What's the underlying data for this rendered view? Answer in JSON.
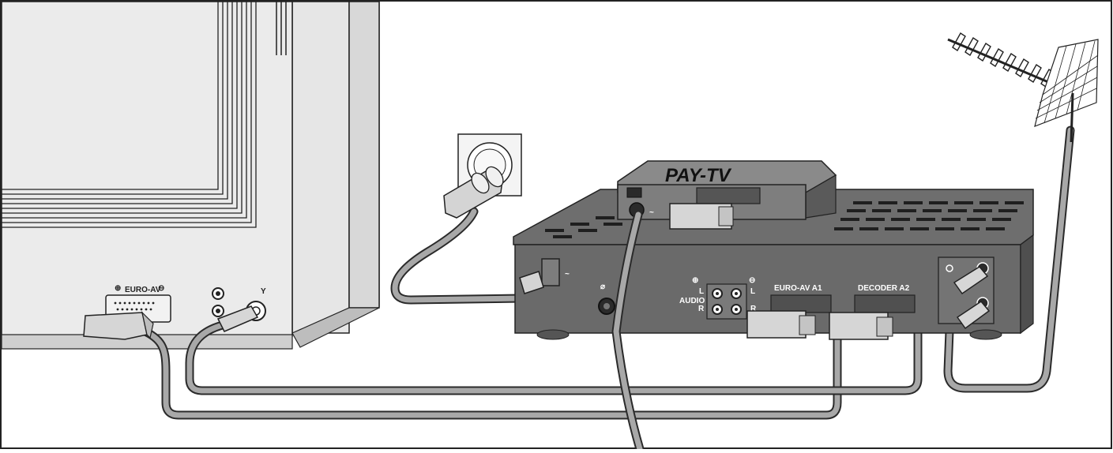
{
  "colors": {
    "frame": "#222222",
    "tv_body": "#e8e8e8",
    "vcr_body": "#6f6f6f",
    "vcr_dark": "#4f4f4f",
    "cable": "#9a9a9a",
    "cable_outline": "#2a2a2a",
    "plug": "#d6d6d6"
  },
  "labels": {
    "paytv": "PAY-TV",
    "tv_euroav": "EURO-AV",
    "tv_antenna_symbol": "Y",
    "audio": "AUDIO",
    "audio_left": "L",
    "audio_right": "R",
    "vcr_euroav": "EURO-AV  A1",
    "vcr_decoder": "DECODER  A2",
    "mains_symbol": "~"
  },
  "icons": {
    "tv": "television-rear-panel",
    "vcr": "video-recorder-rear",
    "decoder": "pay-tv-decoder-box",
    "socket": "wall-power-socket",
    "plug": "mains-plug",
    "antenna": "roof-antenna",
    "satellite": "satellite-dish-symbol"
  }
}
